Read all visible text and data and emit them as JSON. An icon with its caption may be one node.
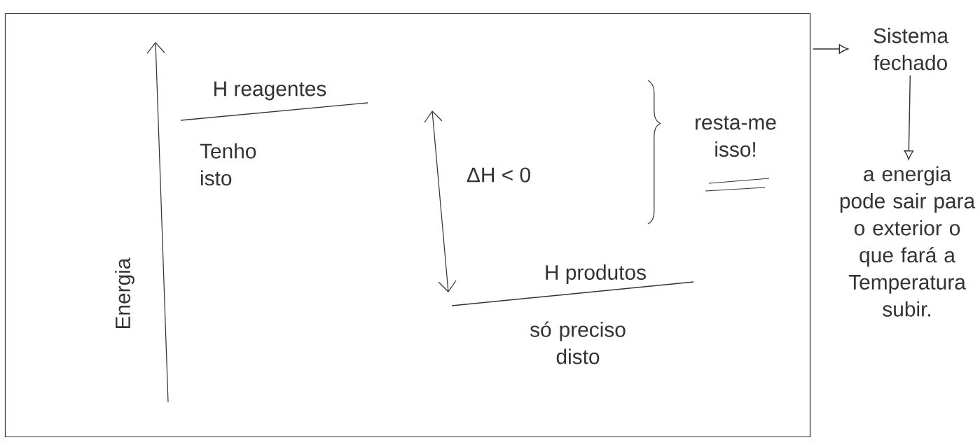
{
  "diagram": {
    "nodes": [
      {
        "text": [],
        "shape": "box"
      },
      {
        "text": [
          "Sistema fechado"
        ]
      },
      {
        "text": [
          "a energia pode sair para o exterior o que fará a Temperatura subir."
        ]
      }
    ],
    "edges": [
      {
        "from": 0,
        "to": 1,
        "arrow": "to"
      },
      {
        "from": 1,
        "to": 2,
        "arrow": "to"
      }
    ],
    "labels": [
      "Energia",
      "H reagentes",
      "Tenho isto",
      "ΔH < 0",
      "resta-me isso!",
      "H produtos",
      "só preciso disto"
    ]
  }
}
